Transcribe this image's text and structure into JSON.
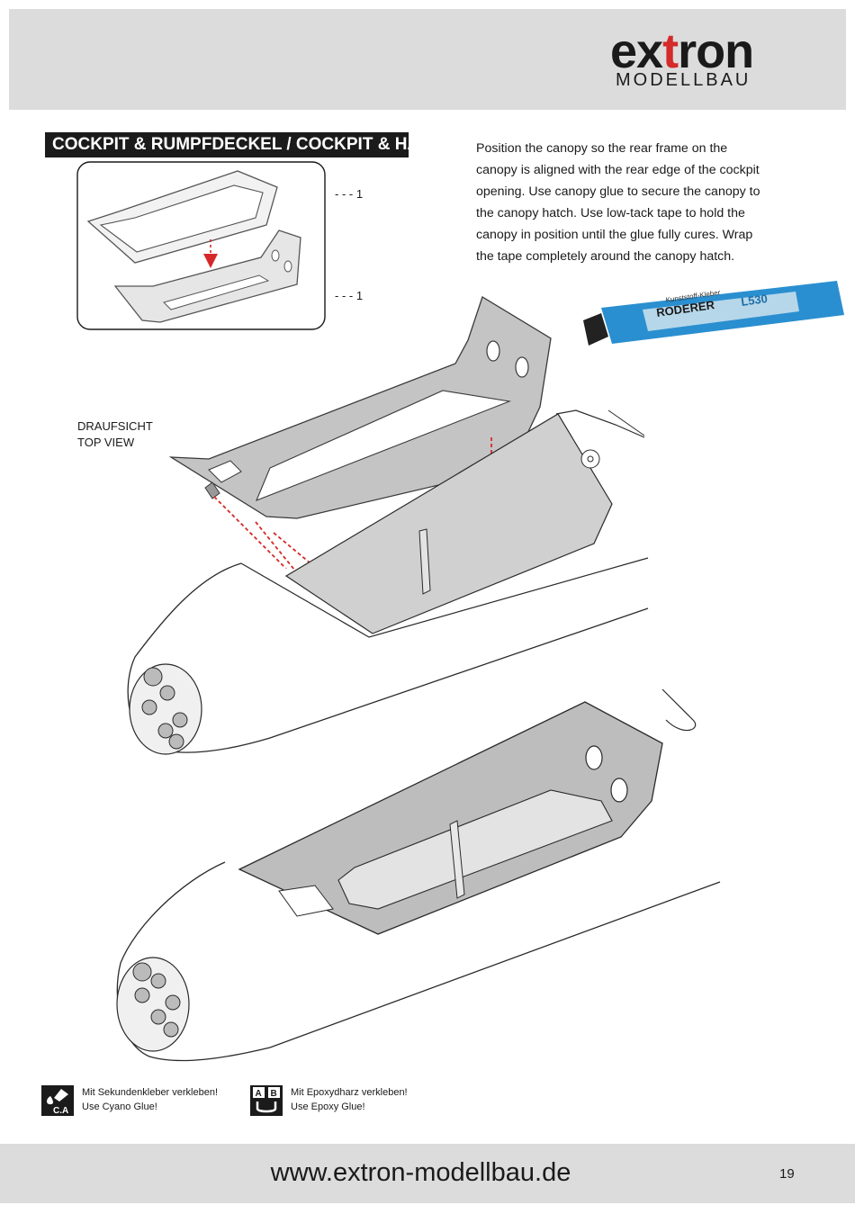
{
  "header": {
    "logo_word_pre": "ex",
    "logo_word_highlight": "t",
    "logo_word_post": "ron",
    "logo_subtitle": "MODELLBAU",
    "brand_color": "#d42a2a"
  },
  "section": {
    "title": "COCKPIT & RUMPFDECKEL / COCKPIT & HATCH"
  },
  "instructions": {
    "lines": [
      "Position the canopy so the rear frame on the",
      "canopy is aligned with the rear edge of the cockpit",
      "opening. Use canopy glue to secure the canopy to",
      "the canopy hatch. Use low-tack tape to hold the",
      "canopy in position until the glue fully cures. Wrap",
      "the tape completely around the canopy hatch."
    ]
  },
  "parts_inset": {
    "callouts": [
      "- - - 1",
      "- - - 1"
    ]
  },
  "glue_tube": {
    "brand": "RODERER",
    "product": "L530",
    "small_text": "Kunststoff-Kleber"
  },
  "view_label": {
    "line1": "DRAUFSICHT",
    "line2": "TOP VIEW"
  },
  "legend": [
    {
      "icon": "cyano-glue-icon",
      "icon_text": "C.A",
      "line1": "Mit Sekundenkleber verkleben!",
      "line2": "Use Cyano Glue!"
    },
    {
      "icon": "epoxy-glue-icon",
      "icon_text_a": "A",
      "icon_text_b": "B",
      "line1": "Mit Epoxydharz verkleben!",
      "line2": "Use Epoxy Glue!"
    }
  ],
  "footer": {
    "url": "www.extron-modellbau.de",
    "page": "19"
  },
  "colors": {
    "arrow_red": "#d62828",
    "part_grey": "#b4b4b4",
    "band_grey": "#dcdcdc"
  }
}
